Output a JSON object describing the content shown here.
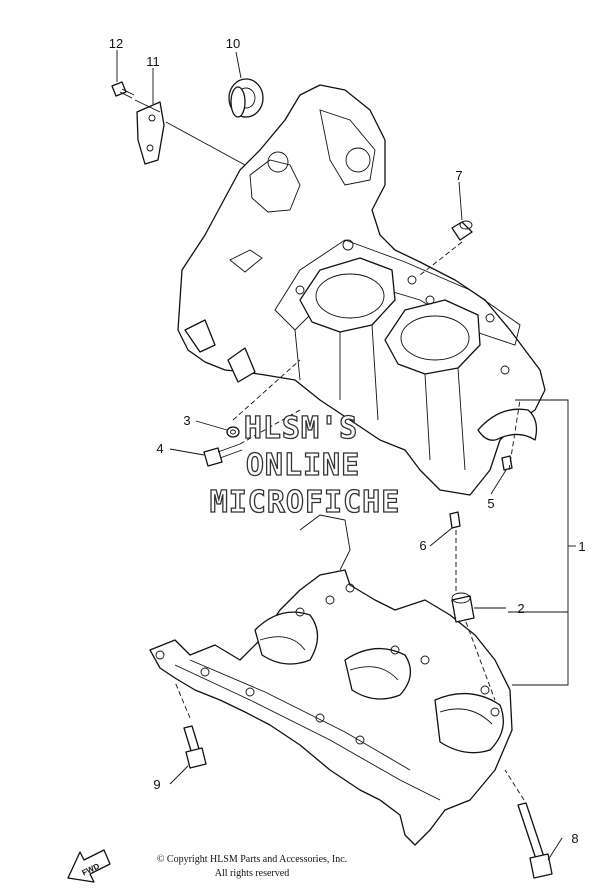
{
  "diagram": {
    "callouts": [
      "1",
      "2",
      "3",
      "4",
      "5",
      "6",
      "7",
      "8",
      "9",
      "10",
      "11",
      "12"
    ]
  },
  "watermark": {
    "line1": "HLSM'S",
    "line2": "ONLINE",
    "line3": "MICROFICHE"
  },
  "copyright": {
    "line1": "© Copyright HLSM Parts and Accessories, Inc.",
    "line2": "All rights reserved"
  },
  "fwd_label": "FWD"
}
